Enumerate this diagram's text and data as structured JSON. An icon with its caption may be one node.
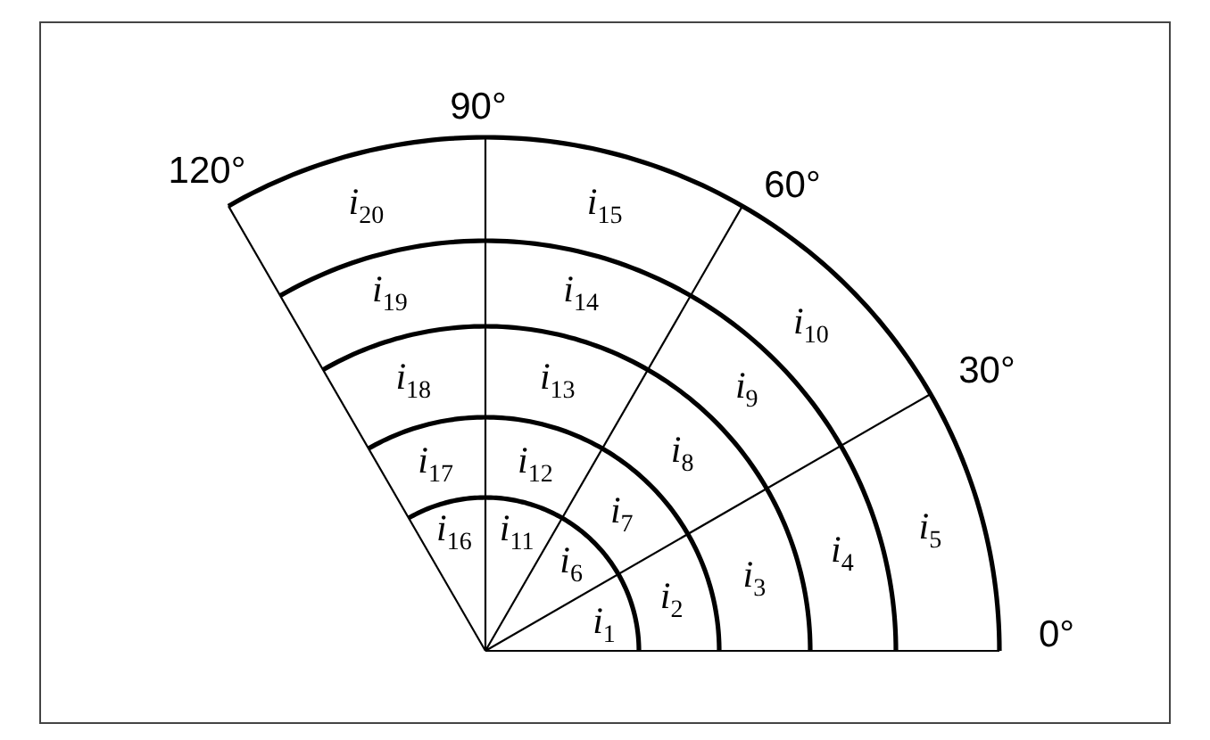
{
  "diagram": {
    "labels": [
      "*i*$_{1}$",
      "*i*$_{2}$",
      "*i*$_{3}$",
      "*i*$_{4}$",
      "*i*$_{5}$",
      "*i*$_{6}$",
      "*i*$_{7}$",
      "*i*$_{8}$",
      "*i*$_{9}$",
      "*i*$_{10}$",
      "*i*$_{11}$",
      "*i*$_{12}$",
      "*i*$_{13}$",
      "*i*$_{14}$",
      "*i*$_{15}$",
      "*i*$_{16}$",
      "*i*$_{17}$",
      "*i*$_{18}$",
      "*i*$_{19}$",
      "*i*$_{20}$",
      "120°",
      "90°",
      "60°",
      "30°",
      "0°"
    ]
  }
}
